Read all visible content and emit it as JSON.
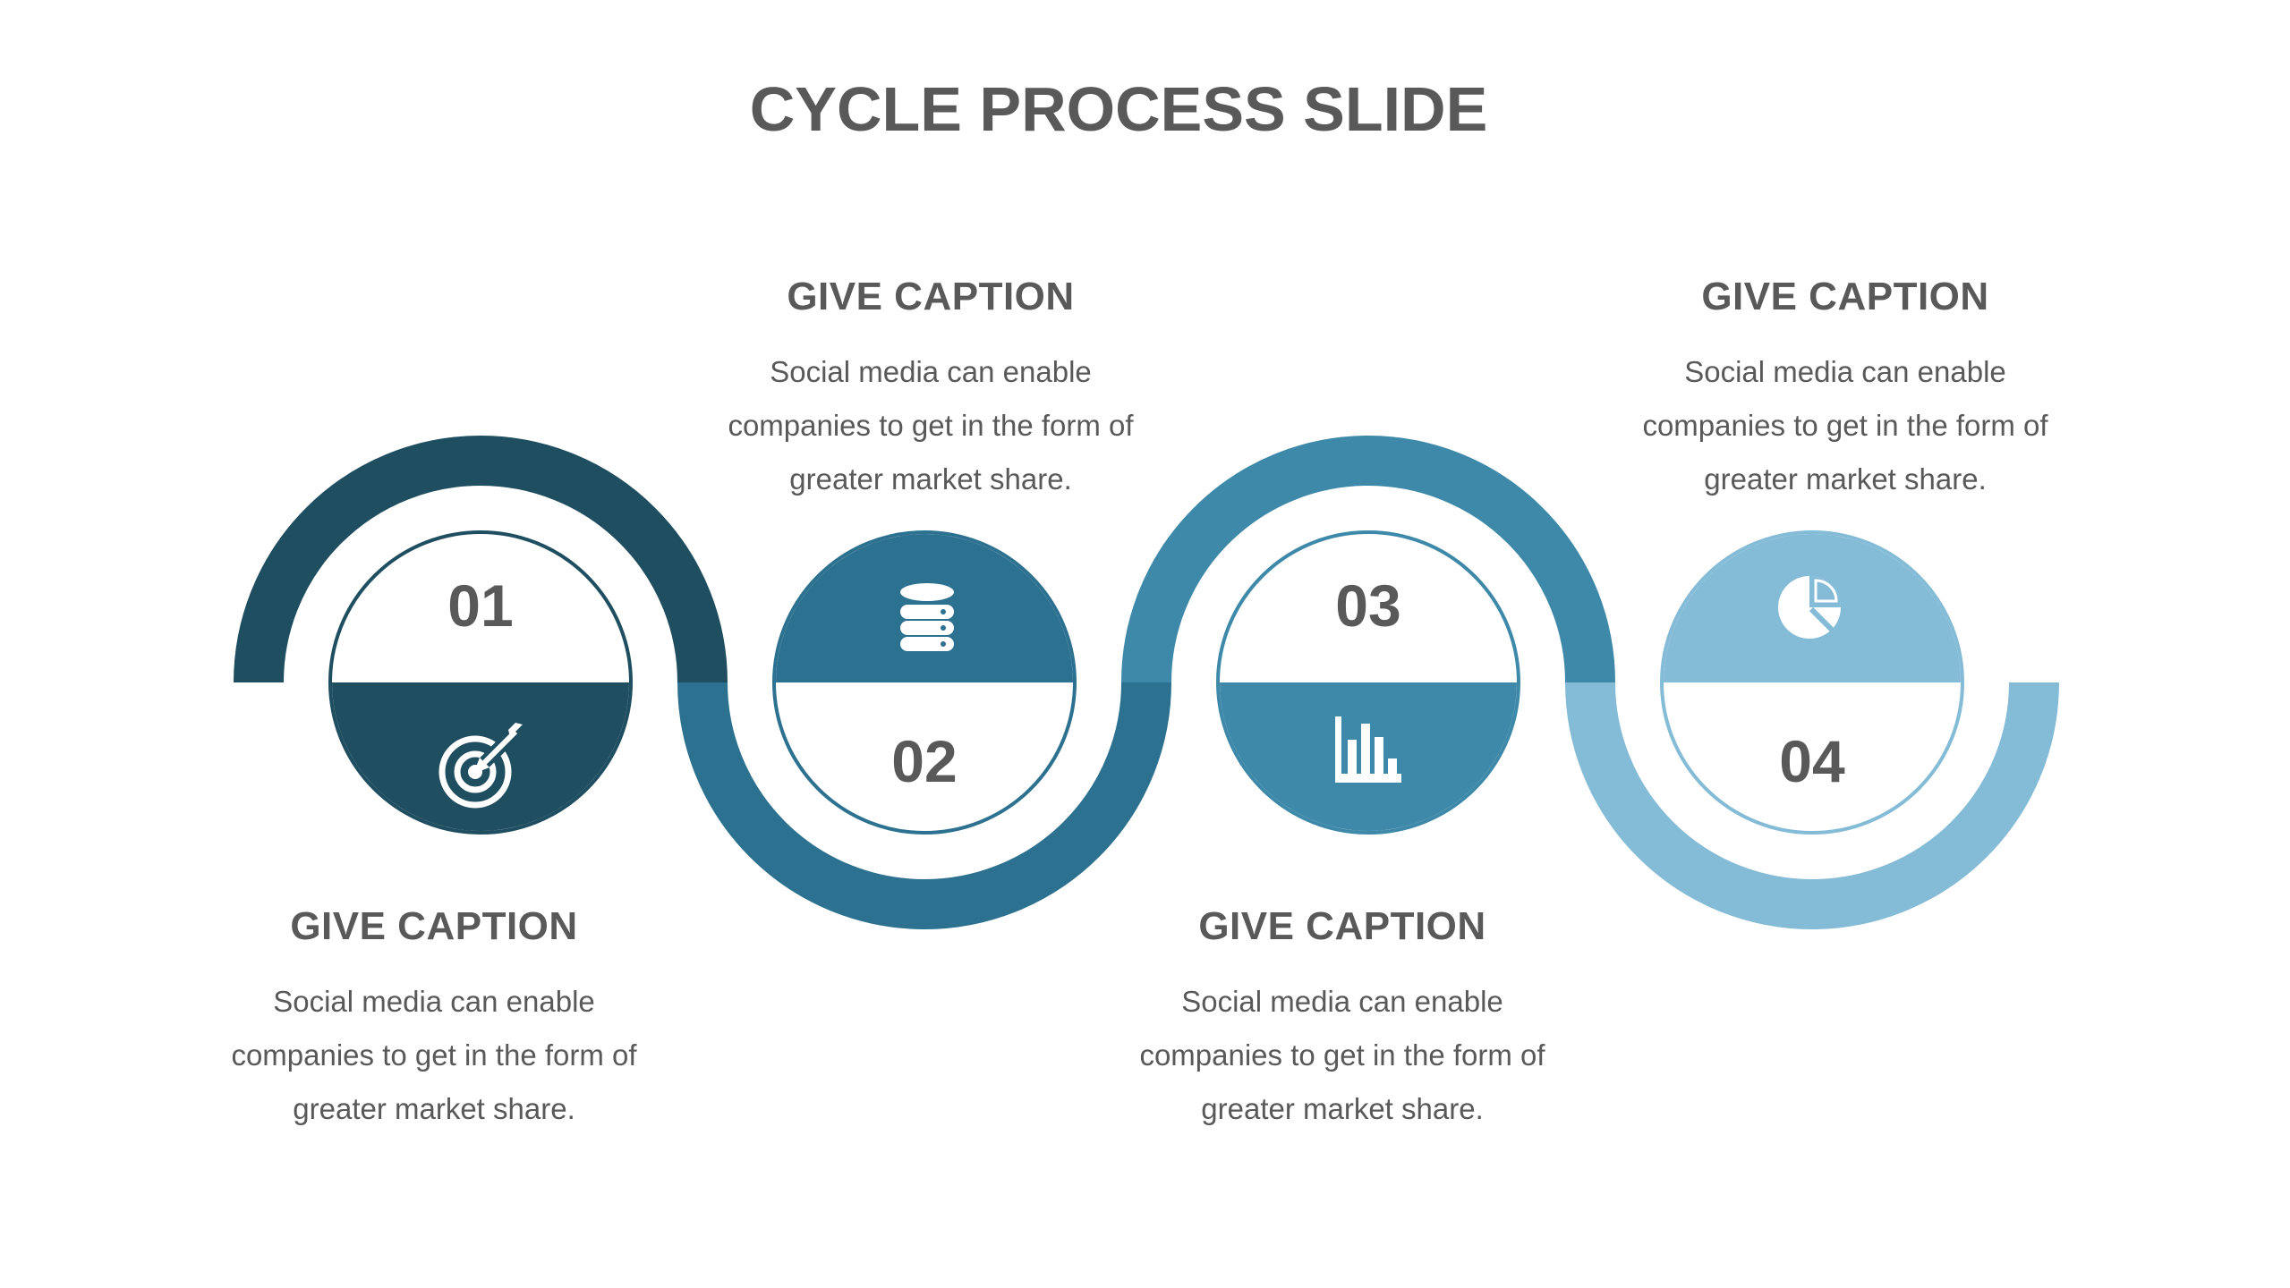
{
  "title": "CYCLE PROCESS SLIDE",
  "caption": {
    "heading": "GIVE CAPTION",
    "lines": [
      "Social media can enable",
      "companies to get in the form of",
      "greater market share."
    ]
  },
  "steps": [
    {
      "number": "01",
      "icon": "target-icon",
      "color": "#1F4E61",
      "number_position": "top",
      "icon_position": "bottom",
      "caption_position": "bottom"
    },
    {
      "number": "02",
      "icon": "database-icon",
      "color": "#2D7190",
      "number_position": "bottom",
      "icon_position": "top",
      "caption_position": "top"
    },
    {
      "number": "03",
      "icon": "bar-chart-icon",
      "color": "#3E89A9",
      "number_position": "top",
      "icon_position": "bottom",
      "caption_position": "bottom"
    },
    {
      "number": "04",
      "icon": "pie-chart-icon",
      "color": "#84BBD7",
      "number_position": "bottom",
      "icon_position": "top",
      "caption_position": "top"
    }
  ],
  "colors": {
    "text": "#595959",
    "background": "#FFFFFF"
  }
}
